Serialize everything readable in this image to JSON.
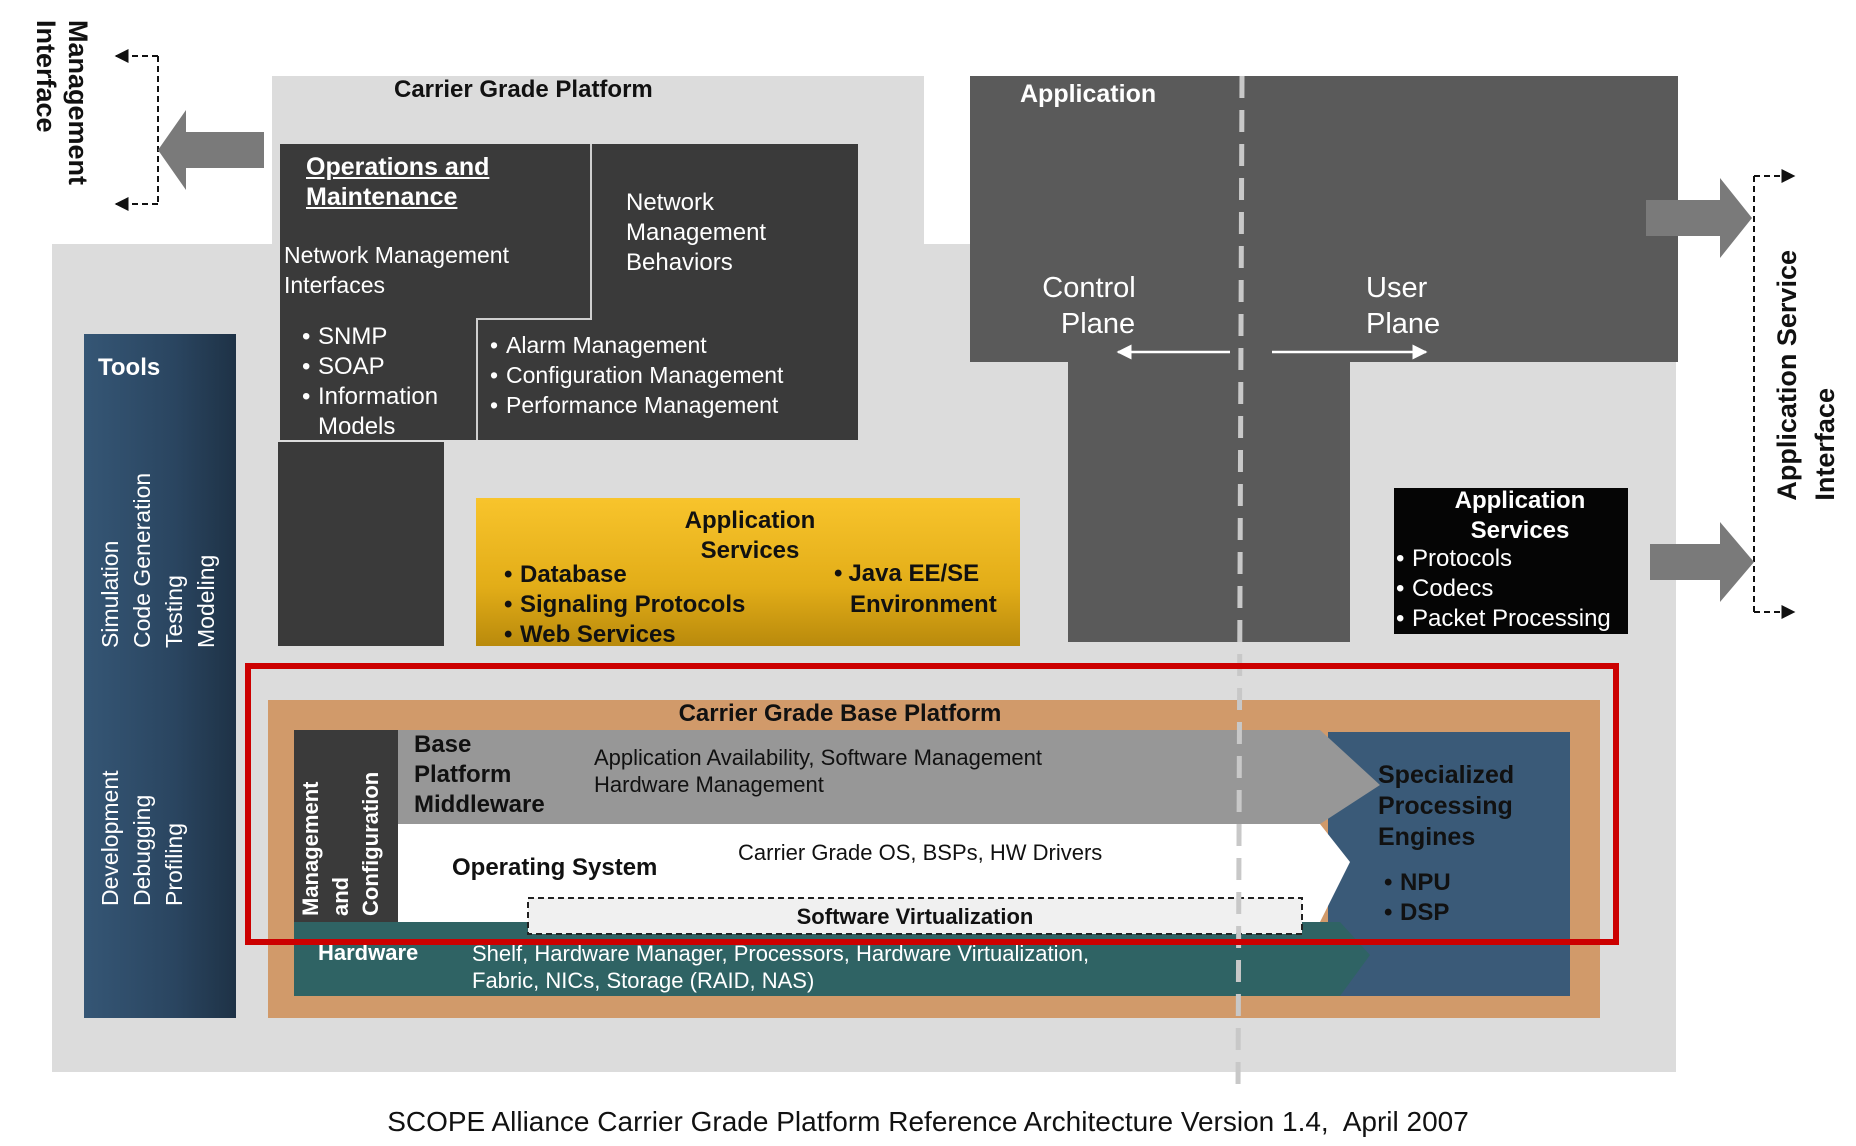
{
  "management_interface": {
    "line1": "Management",
    "line2": "Interface"
  },
  "carrier_grade_platform": {
    "title": "Carrier Grade Platform"
  },
  "operations": {
    "title_line1": "Operations and",
    "title_line2": "Maintenance",
    "nmi_line1": "Network Management",
    "nmi_line2": "Interfaces",
    "bullets": [
      "SNMP",
      "SOAP",
      "Information Models"
    ]
  },
  "network_mgmt_behaviors": {
    "line1": "Network",
    "line2": "Management",
    "line3": "Behaviors",
    "bullets": [
      "Alarm Management",
      "Configuration Management",
      "Performance Management"
    ]
  },
  "tools": {
    "title": "Tools",
    "col1": [
      "Simulation",
      "Code Generation",
      "Testing",
      "Modeling"
    ],
    "col2": [
      "Development",
      "Debugging",
      "Profiling"
    ]
  },
  "application": {
    "title": "Application",
    "control_plane_line1": "Control",
    "control_plane_line2": "Plane",
    "user_plane_line1": "User",
    "user_plane_line2": "Plane"
  },
  "app_services_yellow": {
    "title_line1": "Application",
    "title_line2": "Services",
    "bullets": [
      "Database",
      "Signaling Protocols",
      "Web Services"
    ],
    "java_line1": "Java EE/SE",
    "java_line2": "Environment"
  },
  "app_services_black": {
    "title_line1": "Application",
    "title_line2": "Services",
    "bullets": [
      "Protocols",
      "Codecs",
      "Packet Processing"
    ]
  },
  "app_service_interface": {
    "line1": "Application Service",
    "line2": "Interface"
  },
  "base_platform": {
    "title": "Carrier Grade Base Platform",
    "mgmt_config_line1": "Management",
    "mgmt_config_line2": "and",
    "mgmt_config_line3": "Configuration",
    "middleware_line1": "Base",
    "middleware_line2": "Platform",
    "middleware_line3": "Middleware",
    "middleware_desc_line1": "Application Availability, Software Management",
    "middleware_desc_line2": "Hardware Management",
    "os_label": "Operating System",
    "os_desc": "Carrier Grade OS, BSPs, HW Drivers",
    "sw_virtualization": "Software Virtualization",
    "hardware_label": "Hardware",
    "hardware_desc_line1": "Shelf, Hardware Manager, Processors, Hardware Virtualization,",
    "hardware_desc_line2": "Fabric, NICs, Storage (RAID, NAS)",
    "spe_line1": "Specialized",
    "spe_line2": "Processing",
    "spe_line3": "Engines",
    "spe_bullets": [
      "NPU",
      "DSP"
    ]
  },
  "caption": "SCOPE Alliance Carrier Grade Platform Reference Architecture Version 1.4,  April 2007",
  "colors": {
    "light_gray": "#dcdcdc",
    "dark_box": "#3a3a3a",
    "application_gray": "#5a5a5a",
    "yellow_gradient_top": "#f8c42c",
    "yellow_gradient_bottom": "#c9980e",
    "tan": "#d19a6a",
    "middleware_gray": "#979797",
    "hardware_teal": "#2f6364",
    "spe_blue": "#3a5a78",
    "tools_blue": "#2c4a66",
    "highlight_red": "#cc0000"
  }
}
